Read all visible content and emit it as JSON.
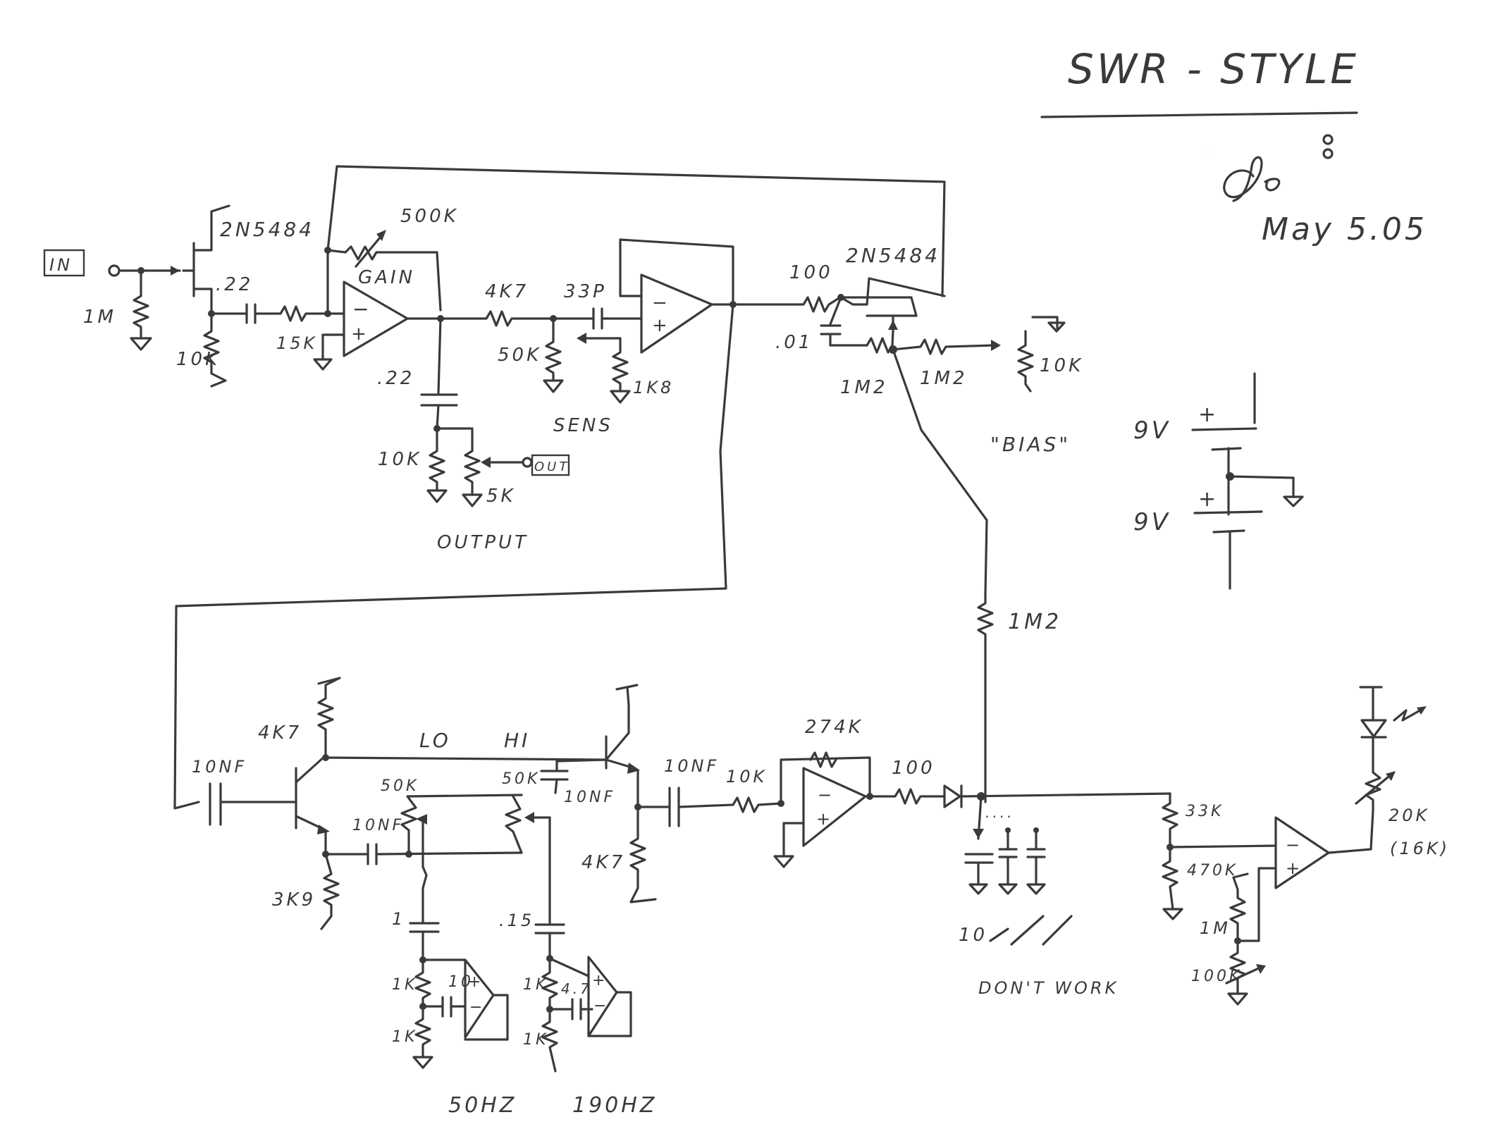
{
  "title": "SWR - STYLE",
  "author_mark": "Je",
  "date": "May 5.05",
  "labels": {
    "in": "IN",
    "out": "OUT",
    "jfet1": "2N5484",
    "jfet2": "2N5484",
    "r_1m": "1M",
    "r_10k_src": "10K",
    "c_022_in": ".22",
    "r_15k": "15K",
    "pot_500k": "500K",
    "gain": "GAIN",
    "r_4k7_a": "4K7",
    "c_33p": "33P",
    "pot_50k_sens": "50K",
    "r_1k8": "1K8",
    "sens": "SENS",
    "c_022_out": ".22",
    "r_10k_out": "10K",
    "pot_5k": "5K",
    "output": "OUTPUT",
    "r_100_a": "100",
    "c_01": ".01",
    "r_1m2_a": "1M2",
    "r_1m2_b": "1M2",
    "r_10k_bias": "10K",
    "bias": "\"BIAS\"",
    "bat_top": "9V",
    "bat_bot": "9V",
    "plus_top": "+",
    "plus_bot": "+",
    "r_1m2_c": "1M2",
    "r_4k7_b": "4K7",
    "lo": "LO",
    "hi": "HI",
    "c_10nf_a": "10NF",
    "pot_50k_lo": "50K",
    "pot_50k_hi": "50K",
    "c_10nf_b": "10NF",
    "c_10nf_c": "10NF",
    "r_3k9": "3K9",
    "c_1": "1",
    "c_015": ".15",
    "r_1k_a": "1K",
    "r_1k_b": "1K",
    "c_10": "10",
    "r_1k_c": "1K",
    "r_1k_d": "1K",
    "c_4_7": "4.7",
    "f_50hz": "50HZ",
    "f_190hz": "190HZ",
    "c_10nf_d": "10NF",
    "r_10k_d": "10K",
    "r_4k7_c": "4K7",
    "r_274k": "274K",
    "r_100_b": "100",
    "c_10_sel": "10",
    "dont_work": "DON'T WORK",
    "r_33k": "33K",
    "r_470k": "470K",
    "r_1m_b": "1M",
    "pot_100k": "100K",
    "pot_20k": "20K",
    "pot_20k_alt": "(16K)",
    "opamp_minus": "−",
    "opamp_plus": "+"
  }
}
